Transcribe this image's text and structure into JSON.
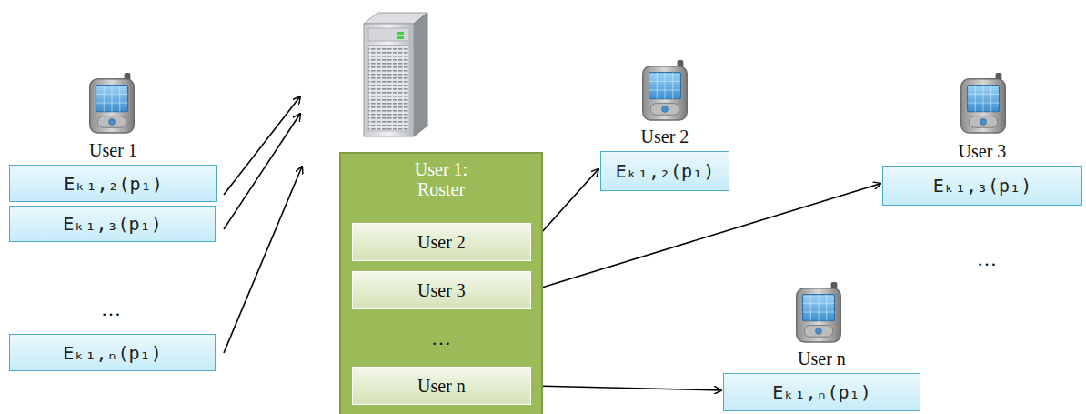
{
  "diagram": {
    "nodes": [
      {
        "text": [
          "User 1",
          "Eₖ₁,₂(p₁)"
        ]
      },
      {
        "text": [
          "Eₖ₁,₃(p₁)"
        ]
      },
      {
        "text": [
          "Eₖ₁,ₙ(p₁)"
        ]
      },
      {
        "text": [
          "User 1: Roster"
        ]
      },
      {
        "text": [
          "User 2"
        ],
        "in": 3
      },
      {
        "text": [
          "User 3"
        ],
        "in": 3
      },
      {
        "text": [
          "User n"
        ],
        "in": 3
      },
      {
        "text": [
          "User 2",
          "Eₖ₁,₂(p₁)"
        ]
      },
      {
        "text": [
          "User 3",
          "Eₖ₁,₃(p₁)"
        ]
      },
      {
        "text": [
          "User n",
          "Eₖ₁,ₙ(p₁)"
        ]
      }
    ],
    "edges": [
      {
        "from": 4,
        "to": 7,
        "arrow": "to"
      },
      {
        "from": 5,
        "to": 8,
        "arrow": "to"
      },
      {
        "from": 6,
        "to": 9,
        "arrow": "to"
      }
    ],
    "labels": [
      "…",
      "…",
      "…"
    ]
  }
}
